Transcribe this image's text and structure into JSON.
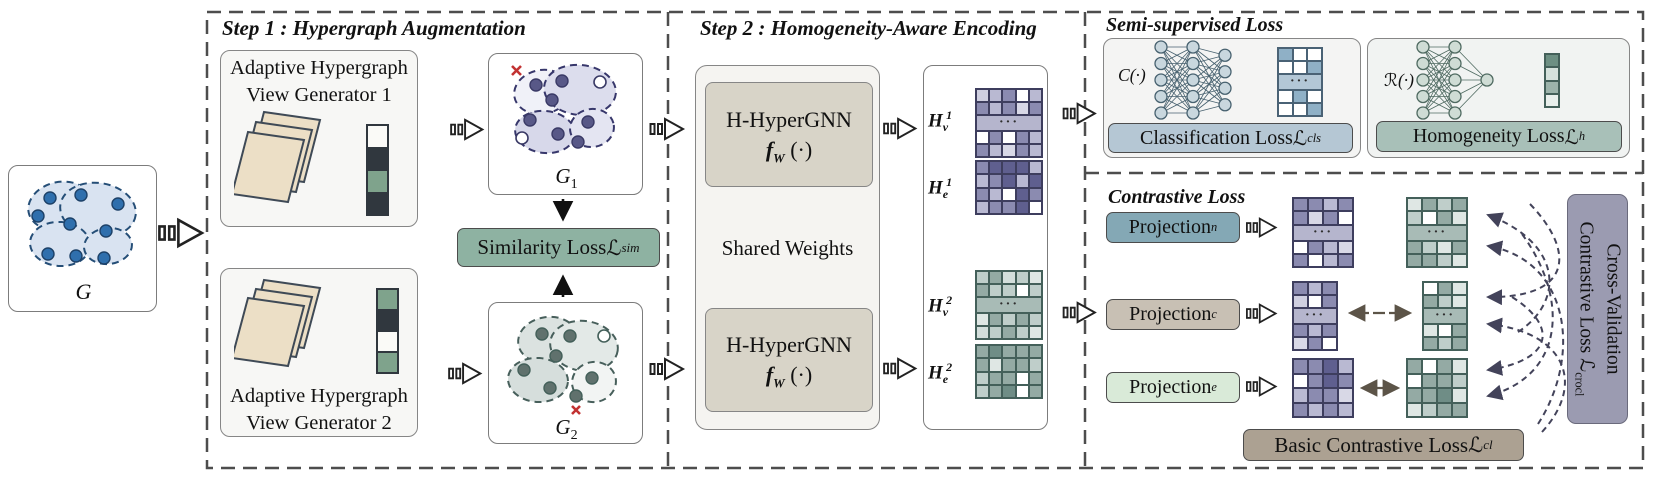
{
  "input": {
    "label": "G"
  },
  "step1": {
    "title": "Step 1 :  Hypergraph Augmentation",
    "generator1": {
      "line1": "Adaptive Hypergraph",
      "line2": "View Generator 1",
      "vector": {
        "palette": "genvec",
        "cells": [
          "w",
          "d",
          "g",
          "d"
        ]
      }
    },
    "generator2": {
      "line1": "Adaptive Hypergraph",
      "line2": "View Generator 2",
      "vector": {
        "palette": "genvec",
        "cells": [
          "g",
          "d",
          "w",
          "g"
        ]
      }
    },
    "view1": {
      "base": "G",
      "sub": "1"
    },
    "view2": {
      "base": "G",
      "sub": "2"
    },
    "similarity": {
      "prefix": "Similarity Loss ",
      "L": "ℒ",
      "sub": "sim"
    }
  },
  "step2": {
    "title": "Step 2 : Homogeneity-Aware Encoding",
    "encoder": {
      "name": "H-HyperGNN",
      "f": "f",
      "fsub": "W",
      "args": " (·)"
    },
    "shared": "Shared Weights",
    "outputs": {
      "hv1": {
        "base": "H",
        "sub": "v",
        "sup": "1",
        "matrix": {
          "palette": "purple",
          "cols": 5,
          "rows": [
            "slmwl",
            "mlmvm",
            "b",
            "wmwml",
            "mlvml"
          ]
        }
      },
      "he1": {
        "base": "H",
        "sub": "e",
        "sup": "1",
        "matrix": {
          "palette": "purple",
          "cols": 5,
          "rows": [
            "mdddl",
            "lmdld",
            "mlwdm",
            "lmmdw"
          ]
        }
      },
      "hv2": {
        "base": "H",
        "sub": "v",
        "sup": "2",
        "matrix": {
          "palette": "green",
          "cols": 5,
          "rows": [
            "lmslv",
            "mllwl",
            "b",
            "vmlml",
            "slmlv"
          ]
        }
      },
      "he2": {
        "base": "H",
        "sub": "e",
        "sup": "2",
        "matrix": {
          "palette": "green",
          "cols": 5,
          "rows": [
            "mdmmm",
            "mvmml",
            "lmmwm",
            "lmdwm"
          ]
        }
      }
    }
  },
  "semi": {
    "title": "Semi-supervised Loss",
    "classifier": {
      "fn": "C",
      "args": "(·)",
      "matrix": {
        "palette": "blue",
        "cols": 3,
        "rows": [
          "mww",
          "wwm",
          "b",
          "wmw",
          "wwm"
        ]
      },
      "label": {
        "prefix": "Classification Loss ",
        "L": "ℒ",
        "sub": "cls"
      }
    },
    "regressor": {
      "fn": "ℛ",
      "args": "(·)",
      "vector": {
        "palette": "homvec",
        "cells": [
          "d",
          "l",
          "m",
          "v"
        ]
      },
      "label": {
        "prefix": "Homogeneity Loss ",
        "L": "ℒ",
        "sub": "h"
      }
    }
  },
  "contrastive": {
    "title": "Contrastive Loss",
    "proj_n": {
      "base": "Projection",
      "sub": "n",
      "m1": {
        "palette": "purple",
        "cols": 4,
        "rows": [
          "mmlm",
          "mvmw",
          "b",
          "wmlv",
          "mwlm"
        ]
      },
      "m2": {
        "palette": "green",
        "cols": 4,
        "rows": [
          "vmlm",
          "lwmv",
          "b",
          "mlvm",
          "mmlv"
        ]
      }
    },
    "proj_c": {
      "base": "Projection",
      "sub": "c",
      "m1": {
        "palette": "purple",
        "cols": 3,
        "rows": [
          "mlm",
          "swm",
          "b",
          "mlm",
          "vmw"
        ]
      },
      "m2": {
        "palette": "green",
        "cols": 3,
        "rows": [
          "wmv",
          "mlv",
          "b",
          "vwm",
          "mlm"
        ]
      }
    },
    "proj_e": {
      "base": "Projection",
      "sub": "e",
      "m1": {
        "palette": "purple",
        "cols": 4,
        "rows": [
          "mmdl",
          "wmdm",
          "lmmv",
          "mlml"
        ]
      },
      "m2": {
        "palette": "green",
        "cols": 4,
        "rows": [
          "mwmv",
          "wmml",
          "mmdv",
          "vlmm"
        ]
      }
    },
    "basic": {
      "prefix": "Basic Contrastive Loss ",
      "L": "ℒ",
      "sub": "cl"
    },
    "crossval": {
      "line1": "Cross-Validation",
      "prefix": "Contrastive Loss ",
      "L": "ℒ",
      "sub": "crocl"
    }
  },
  "matrix_style": {
    "band_dots": "···",
    "palettes": {
      "purple": {
        "d": "#5f5f8f",
        "m": "#8b8bb0",
        "l": "#b9b9d2",
        "v": "#d8d8e6",
        "s": "#cfcfe0",
        "w": "#ffffff",
        "b": "#b5b5cd",
        "border": "#3e3e5e"
      },
      "green": {
        "d": "#6f8d86",
        "m": "#94aaa4",
        "l": "#bfceca",
        "v": "#dfe7e4",
        "s": "#d3dedb",
        "w": "#ffffff",
        "b": "#a8bbb6",
        "border": "#44605a"
      },
      "blue": {
        "d": "#6f94ad",
        "m": "#8fb0c6",
        "l": "#c6d5e2",
        "v": "#dde6ee",
        "s": "#d0dce6",
        "w": "#ffffff",
        "b": "#b3c7d6",
        "border": "#4a6275"
      },
      "genvec": {
        "w": "#fafaf7",
        "d": "#30373e",
        "g": "#7fa38c",
        "border": "#30373e"
      },
      "homvec": {
        "d": "#6d8f83",
        "m": "#9cb3ab",
        "l": "#d5e1dc",
        "v": "#e9efec",
        "border": "#44605a"
      }
    }
  },
  "colors": {
    "similarity_box": "#8eb2a2",
    "classification_label": "#b5c7d4",
    "homogeneity_label": "#a8c0b8",
    "projection_n": "#84a8b5",
    "projection_c": "#c8c0b4",
    "projection_e": "#d9ead8",
    "basic_contrastive": "#aca192",
    "cross_validation": "#9b9bb1",
    "encoder_box": "#d8d4c8",
    "generator_sheet": "#ecdfc6",
    "dashed_border": "#4d4d4d"
  }
}
